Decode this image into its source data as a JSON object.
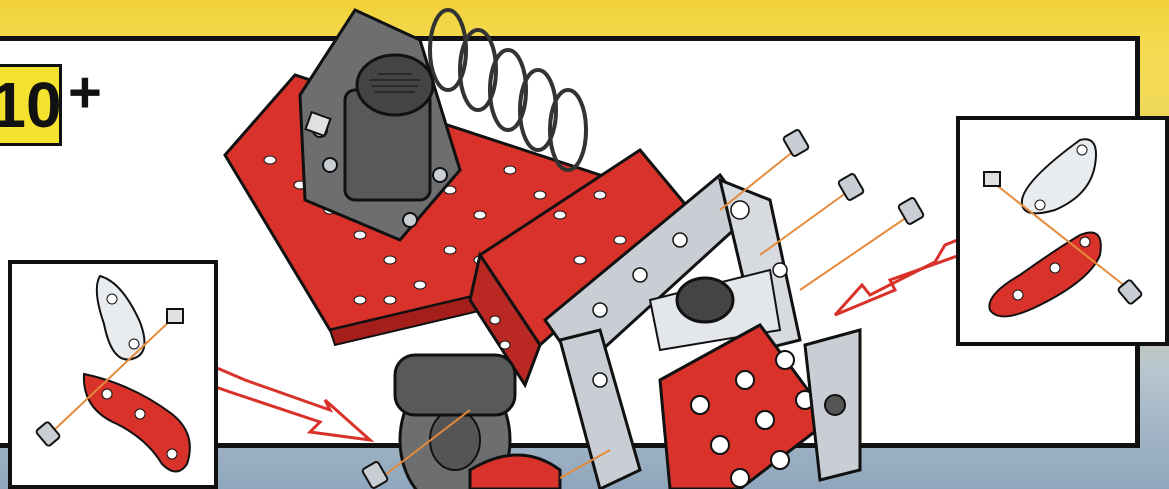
{
  "step": {
    "number": "10",
    "suffix": "+"
  },
  "colors": {
    "accent_yellow": "#f3e22e",
    "part_red": "#d9322b",
    "metal_grey": "#c9ced4",
    "motor_grey": "#6d6e70",
    "screw_line": "#e48a3a"
  },
  "illustration": {
    "name": "assembly-diagram",
    "parts": [
      "red-plate",
      "spring-coil",
      "buzzer-housing",
      "silver-frame",
      "red-bracket",
      "motor-wheel",
      "screws",
      "nuts",
      "silver-flat-bracket"
    ]
  }
}
